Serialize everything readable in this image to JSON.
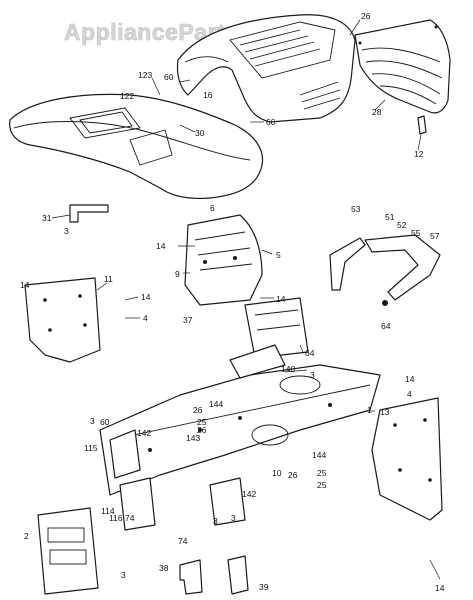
{
  "watermark": "AppliancePartsPros.com",
  "part_numbers": {
    "p26": "26",
    "p123": "123",
    "p60a": "60",
    "p122": "122",
    "p16": "16",
    "p60b": "60",
    "p30": "30",
    "p28": "28",
    "p12": "12",
    "p31": "31",
    "p3a": "3",
    "p6": "6",
    "p14a": "14",
    "p9": "9",
    "p5": "5",
    "p14b": "14",
    "p37": "37",
    "p64a": "64",
    "p53": "53",
    "p51": "51",
    "p52": "52",
    "p55": "55",
    "p57": "57",
    "p64b": "64",
    "p11": "11",
    "p14c": "14",
    "p14d": "14",
    "p4a": "4",
    "p140": "140",
    "p3b": "3",
    "p14e": "14",
    "p4b": "4",
    "p3c": "3",
    "p60c": "60",
    "p144a": "144",
    "p26b": "26",
    "p25a": "25",
    "p26c": "26",
    "p1": "1",
    "p13": "13",
    "p115": "115",
    "p142a": "142",
    "p143": "143",
    "p144b": "144",
    "p10": "10",
    "p26d": "26",
    "p25b": "25",
    "p25c": "25",
    "p114": "114",
    "p116": "116",
    "p74a": "74",
    "p142b": "142",
    "p74b": "74",
    "p3d": "3",
    "p3e": "3",
    "p14f": "14",
    "p2": "2",
    "p3f": "3",
    "p38": "38",
    "p39": "39"
  }
}
